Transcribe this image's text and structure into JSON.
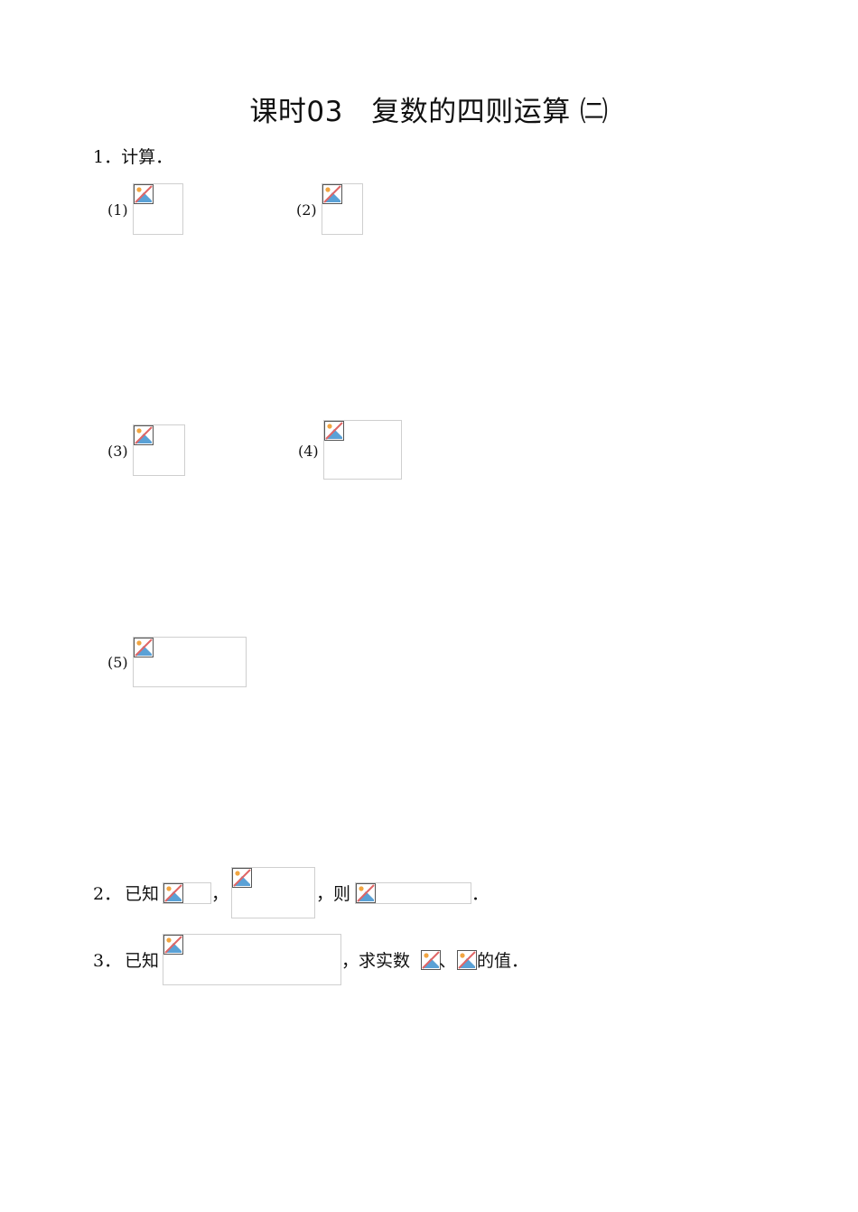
{
  "title": "课时03　复数的四则运算 ㈡",
  "question1": {
    "label": "1．计算．",
    "parts": [
      {
        "label": "(1)"
      },
      {
        "label": "(2)"
      },
      {
        "label": "(3)"
      },
      {
        "label": "(4)"
      },
      {
        "label": "(5)"
      }
    ]
  },
  "question2": {
    "number": "2．",
    "text_known": "已知",
    "comma1": "，",
    "comma2": "，则",
    "end": "．"
  },
  "question3": {
    "number": "3．",
    "text_known": "已知",
    "text_find": "，求实数",
    "separator": "、",
    "text_end": "的值．"
  },
  "icons": {
    "missing_image": "broken-image-icon"
  }
}
